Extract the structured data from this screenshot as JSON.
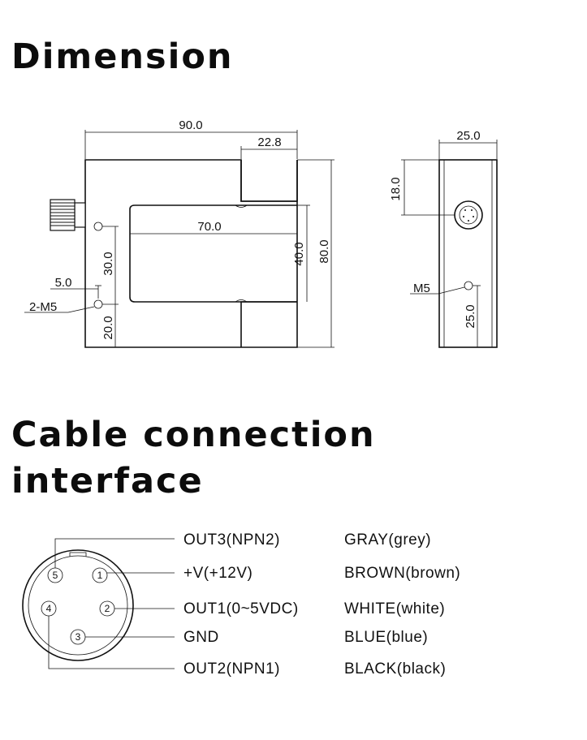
{
  "headings": {
    "dimension": "Dimension",
    "cable_line1": "Cable connection",
    "cable_line2": "interface"
  },
  "front_view": {
    "dim_width": "90.0",
    "dim_arm": "22.8",
    "dim_slot_width": "70.0",
    "dim_slot_depth": "40.0",
    "dim_height": "80.0",
    "dim_hole_spacing": "30.0",
    "dim_hole_bottom": "20.0",
    "dim_hole_edge": "5.0",
    "hole_label": "2-M5"
  },
  "side_view": {
    "dim_depth": "25.0",
    "dim_connector_offset": "18.0",
    "dim_hole_height": "25.0",
    "hole_label": "M5"
  },
  "pins": [
    {
      "num": "5",
      "label": "OUT3(NPN2)",
      "color": "GRAY(grey)"
    },
    {
      "num": "1",
      "label": "+V(+12V)",
      "color": "BROWN(brown)"
    },
    {
      "num": "2",
      "label": "OUT1(0~5VDC)",
      "color": "WHITE(white)"
    },
    {
      "num": "3",
      "label": "GND",
      "color": "BLUE(blue)"
    },
    {
      "num": "4",
      "label": "OUT2(NPN1)",
      "color": "BLACK(black)"
    }
  ]
}
